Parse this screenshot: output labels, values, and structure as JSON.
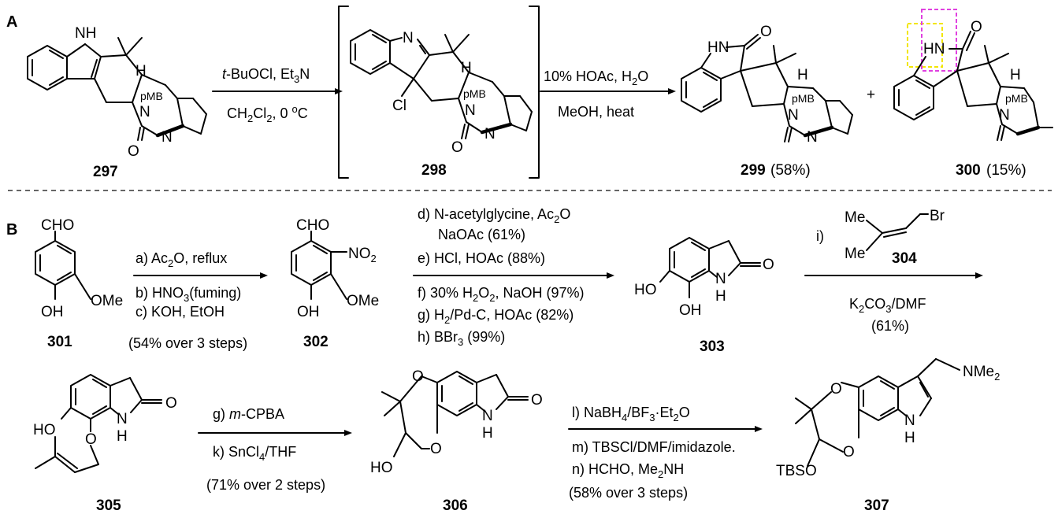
{
  "sections": {
    "a": "A",
    "b": "B"
  },
  "scheme_a": {
    "compound_297": {
      "number": "297",
      "atoms": {
        "nh": "NH",
        "h": "H",
        "pmb": "pMB",
        "n1": "N",
        "n2": "N",
        "o": "O"
      }
    },
    "step1": {
      "reagent_top_italic": "t",
      "reagent_top": "-BuOCl, Et",
      "reagent_top_sub": "3",
      "reagent_top_end": "N",
      "reagent_bottom": "CH",
      "reagent_bottom_sub": "2",
      "reagent_bottom_mid": "Cl",
      "reagent_bottom_sub2": "2",
      "reagent_bottom_end": ", 0 ",
      "reagent_bottom_sup": "o",
      "reagent_bottom_c": "C"
    },
    "compound_298": {
      "number": "298",
      "atoms": {
        "n": "N",
        "h": "H",
        "pmb": "pMB",
        "cl": "Cl",
        "n1": "N",
        "n2": "N",
        "o": "O"
      }
    },
    "step2": {
      "reagent_top": "10% HOAc, H",
      "reagent_top_sub": "2",
      "reagent_top_end": "O",
      "reagent_bottom": "MeOH, heat"
    },
    "compound_299": {
      "number": "299",
      "yield": "(58%)",
      "atoms": {
        "hn": "HN",
        "o": "O",
        "h": "H",
        "pmb": "pMB",
        "n1": "N",
        "n2": "N"
      }
    },
    "plus": "+",
    "compound_300": {
      "number": "300",
      "yield": "(15%)",
      "atoms": {
        "hn": "HN",
        "o": "O",
        "h": "H",
        "pmb": "pMB",
        "n1": "N"
      }
    }
  },
  "scheme_b": {
    "compound_301": {
      "number": "301",
      "atoms": {
        "cho": "CHO",
        "ome": "OMe",
        "oh": "OH"
      }
    },
    "step_abc": {
      "a_pre": "a) Ac",
      "a_sub": "2",
      "a_post": "O, reflux",
      "b_pre": "b) HNO",
      "b_sub": "3",
      "b_post": "(fuming)",
      "c": "c) KOH, EtOH",
      "yield": "(54% over 3 steps)"
    },
    "compound_302": {
      "number": "302",
      "atoms": {
        "cho": "CHO",
        "no2": "NO",
        "no2_sub": "2",
        "ome": "OMe",
        "oh": "OH"
      }
    },
    "step_dh": {
      "d_pre": "d) N-acetylglycine, Ac",
      "d_sub": "2",
      "d_post": "O",
      "d2": "NaOAc (61%)",
      "e": "e) HCl, HOAc (88%)",
      "f_pre": "f) 30% H",
      "f_sub": "2",
      "f_mid": "O",
      "f_sub2": "2",
      "f_post": ", NaOH (97%)",
      "g_pre": "g) H",
      "g_sub": "2",
      "g_post": "/Pd-C, HOAc (82%)",
      "h_pre": "h) BBr",
      "h_sub": "3",
      "h_post": " (99%)"
    },
    "compound_303": {
      "number": "303",
      "atoms": {
        "ho": "HO",
        "oh": "OH",
        "o": "O",
        "n": "N",
        "h": "H"
      }
    },
    "step_i": {
      "label": "i)",
      "reagent_num": "304",
      "me1": "Me",
      "me2": "Me",
      "br": "Br",
      "cond_pre": "K",
      "cond_sub": "2",
      "cond_mid": "CO",
      "cond_sub2": "3",
      "cond_post": "/DMF",
      "yield": "(61%)"
    },
    "compound_305": {
      "number": "305",
      "atoms": {
        "ho": "HO",
        "o": "O",
        "o2": "O",
        "n": "N",
        "h": "H"
      }
    },
    "step_gk": {
      "g_pre": "g) ",
      "g_italic": "m",
      "g_post": "-CPBA",
      "k_pre": "k) SnCl",
      "k_sub": "4",
      "k_post": "/THF",
      "yield": "(71% over 2 steps)"
    },
    "compound_306": {
      "number": "306",
      "atoms": {
        "o1": "O",
        "o2": "O",
        "o3": "O",
        "ho": "HO",
        "n": "N",
        "h": "H"
      }
    },
    "step_ln": {
      "l_pre": "l) NaBH",
      "l_sub": "4",
      "l_post": "/BF",
      "l_sub2": "3",
      "l_end": "·Et",
      "l_sub3": "2",
      "l_fin": "O",
      "m": "m) TBSCl/DMF/imidazole.",
      "n_pre": "n) HCHO, Me",
      "n_sub": "2",
      "n_post": "NH",
      "yield": "(58% over 3 steps)"
    },
    "compound_307": {
      "number": "307",
      "atoms": {
        "nme": "NMe",
        "nme_sub": "2",
        "o1": "O",
        "o2": "O",
        "tbso": "TBSO",
        "n": "N",
        "h": "H"
      }
    }
  },
  "colors": {
    "highlight_yellow": "#f2e600",
    "highlight_magenta": "#e040e0"
  }
}
